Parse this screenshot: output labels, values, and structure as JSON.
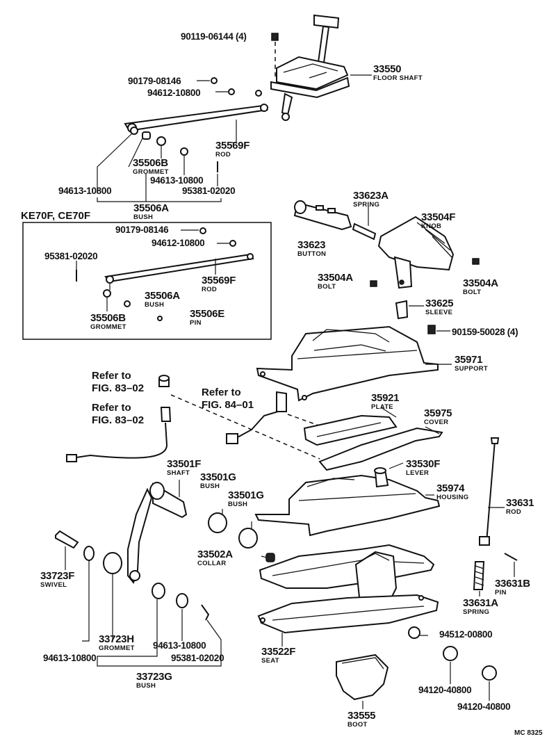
{
  "diagram_code": "MC 8325",
  "inset_title": "KE70F, CE70F",
  "refs": [
    {
      "id": "ref-fig-83-02-a",
      "text": "Refer to\nFIG. 83–02"
    },
    {
      "id": "ref-fig-83-02-b",
      "text": "Refer to\nFIG. 83–02"
    },
    {
      "id": "ref-fig-84-01",
      "text": "Refer to\nFIG. 84–01"
    }
  ],
  "parts": [
    {
      "id": "p-90119-06144",
      "number": "90119-06144 (4)",
      "name": ""
    },
    {
      "id": "p-33550",
      "number": "33550",
      "name": "FLOOR SHAFT"
    },
    {
      "id": "p-90179-08146",
      "number": "90179-08146",
      "name": ""
    },
    {
      "id": "p-94612-10800",
      "number": "94612-10800",
      "name": ""
    },
    {
      "id": "p-35569F",
      "number": "35569F",
      "name": "ROD"
    },
    {
      "id": "p-35506B",
      "number": "35506B",
      "name": "GROMMET"
    },
    {
      "id": "p-94613-10800-a",
      "number": "94613-10800",
      "name": ""
    },
    {
      "id": "p-94613-10800-b",
      "number": "94613-10800",
      "name": ""
    },
    {
      "id": "p-95381-02020-a",
      "number": "95381-02020",
      "name": ""
    },
    {
      "id": "p-35506A",
      "number": "35506A",
      "name": "BUSH"
    },
    {
      "id": "i-90179-08146",
      "number": "90179-08146",
      "name": ""
    },
    {
      "id": "i-94612-10800",
      "number": "94612-10800",
      "name": ""
    },
    {
      "id": "i-95381-02020",
      "number": "95381-02020",
      "name": ""
    },
    {
      "id": "i-35569F",
      "number": "35569F",
      "name": "ROD"
    },
    {
      "id": "i-35506A",
      "number": "35506A",
      "name": "BUSH"
    },
    {
      "id": "i-35506B",
      "number": "35506B",
      "name": "GROMMET"
    },
    {
      "id": "i-35506E",
      "number": "35506E",
      "name": "PIN"
    },
    {
      "id": "p-33623A",
      "number": "33623A",
      "name": "SPRING"
    },
    {
      "id": "p-33504F",
      "number": "33504F",
      "name": "KNOB"
    },
    {
      "id": "p-33623",
      "number": "33623",
      "name": "BUTTON"
    },
    {
      "id": "p-33504A-l",
      "number": "33504A",
      "name": "BOLT"
    },
    {
      "id": "p-33504A-r",
      "number": "33504A",
      "name": "BOLT"
    },
    {
      "id": "p-33625",
      "number": "33625",
      "name": "SLEEVE"
    },
    {
      "id": "p-90159-50028",
      "number": "90159-50028 (4)",
      "name": ""
    },
    {
      "id": "p-35971",
      "number": "35971",
      "name": "SUPPORT"
    },
    {
      "id": "p-35921",
      "number": "35921",
      "name": "PLATE"
    },
    {
      "id": "p-35975",
      "number": "35975",
      "name": "COVER"
    },
    {
      "id": "p-33501F",
      "number": "33501F",
      "name": "SHAFT"
    },
    {
      "id": "p-33501G-a",
      "number": "33501G",
      "name": "BUSH"
    },
    {
      "id": "p-33501G-b",
      "number": "33501G",
      "name": "BUSH"
    },
    {
      "id": "p-33530F",
      "number": "33530F",
      "name": "LEVER"
    },
    {
      "id": "p-35974",
      "number": "35974",
      "name": "HOUSING"
    },
    {
      "id": "p-33631",
      "number": "33631",
      "name": "ROD"
    },
    {
      "id": "p-33502A",
      "number": "33502A",
      "name": "COLLAR"
    },
    {
      "id": "p-33723F",
      "number": "33723F",
      "name": "SWIVEL"
    },
    {
      "id": "p-33631B",
      "number": "33631B",
      "name": "PIN"
    },
    {
      "id": "p-33631A",
      "number": "33631A",
      "name": "SPRING"
    },
    {
      "id": "p-33723H",
      "number": "33723H",
      "name": "GROMMET"
    },
    {
      "id": "p-94613-10800-c",
      "number": "94613-10800",
      "name": ""
    },
    {
      "id": "p-95381-02020-b",
      "number": "95381-02020",
      "name": ""
    },
    {
      "id": "p-33522F",
      "number": "33522F",
      "name": "SEAT"
    },
    {
      "id": "p-94512-00800",
      "number": "94512-00800",
      "name": ""
    },
    {
      "id": "p-94613-10800-d",
      "number": "94613-10800",
      "name": ""
    },
    {
      "id": "p-33723G",
      "number": "33723G",
      "name": "BUSH"
    },
    {
      "id": "p-94120-40800-a",
      "number": "94120-40800",
      "name": ""
    },
    {
      "id": "p-94120-40800-b",
      "number": "94120-40800",
      "name": ""
    },
    {
      "id": "p-33555",
      "number": "33555",
      "name": "BOOT"
    }
  ]
}
